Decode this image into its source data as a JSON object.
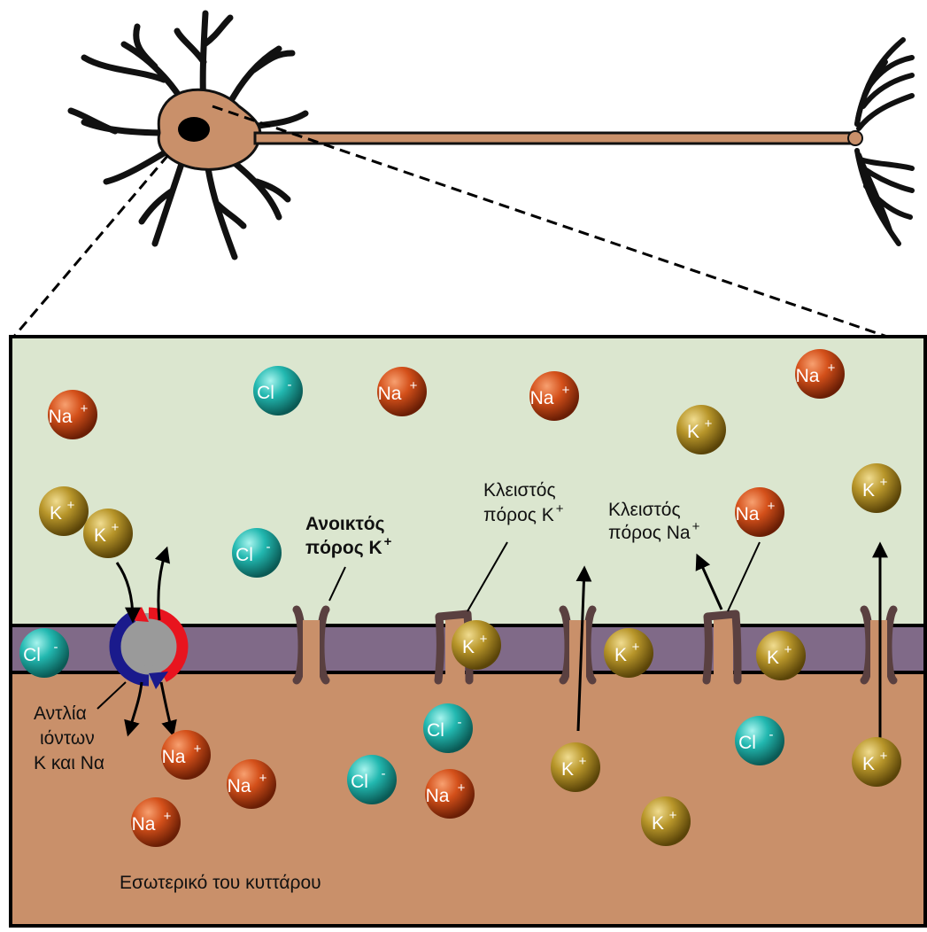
{
  "labels": {
    "open_k_channel": [
      "Ανοικτός",
      "πόρος K"
    ],
    "closed_k_channel": [
      "Κλειστός",
      "πόρος K"
    ],
    "closed_na_channel": [
      "Κλειστός",
      "πόρος Na"
    ],
    "pump": [
      "Αντλία",
      "ιόντων",
      "K και Να"
    ],
    "interior": "Εσωτερικό του κυττάρου"
  },
  "ions": {
    "na": {
      "symbol": "Na",
      "charge": "+"
    },
    "k": {
      "symbol": "K",
      "charge": "+"
    },
    "cl": {
      "symbol": "Cl",
      "charge": "-"
    }
  },
  "colors": {
    "extracellular": "#dbe6cf",
    "intracellular": "#c9906a",
    "membrane": "#806a88",
    "channel": "#5a4040",
    "neuron": "#c9906a",
    "na_ion": "#d4501a",
    "k_ion": "#b8962a",
    "cl_ion": "#22b8b0",
    "pump_red": "#e8141e",
    "pump_blue": "#1a1a8c",
    "pump_core": "#9a9a9a"
  }
}
